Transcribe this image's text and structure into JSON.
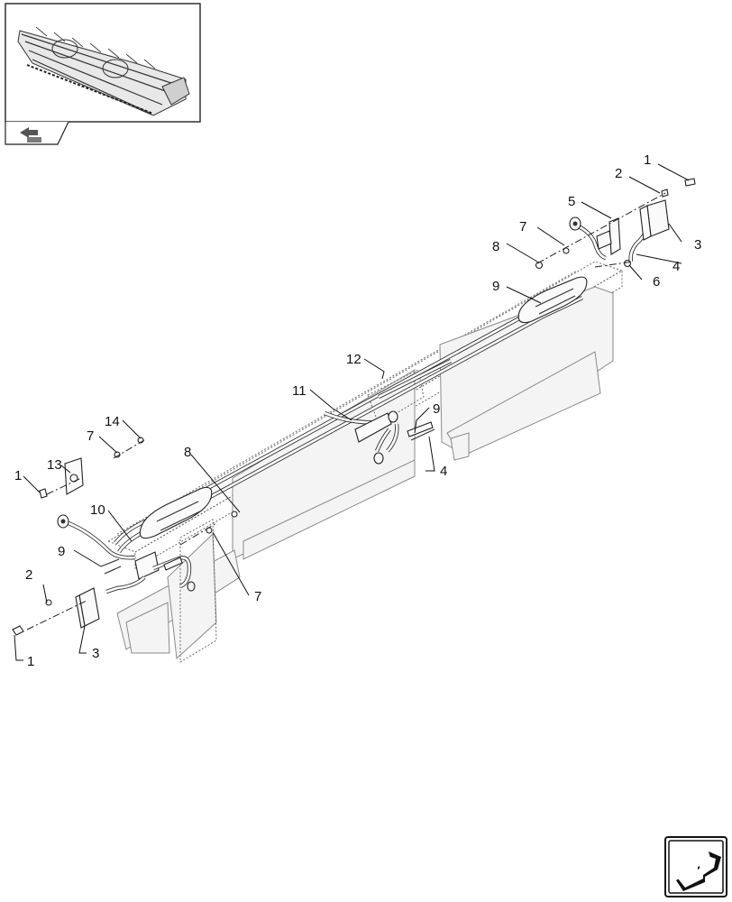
{
  "callouts": [
    {
      "id": "c1a",
      "text": "1"
    },
    {
      "id": "c2a",
      "text": "2"
    },
    {
      "id": "c3a",
      "text": "3"
    },
    {
      "id": "c4a",
      "text": "4"
    },
    {
      "id": "c5",
      "text": "5"
    },
    {
      "id": "c6",
      "text": "6"
    },
    {
      "id": "c7a",
      "text": "7"
    },
    {
      "id": "c8a",
      "text": "8"
    },
    {
      "id": "c9a",
      "text": "9"
    },
    {
      "id": "c12",
      "text": "12"
    },
    {
      "id": "c11",
      "text": "11"
    },
    {
      "id": "c9b",
      "text": "9"
    },
    {
      "id": "c4b",
      "text": "4"
    },
    {
      "id": "c14",
      "text": "14"
    },
    {
      "id": "c7b",
      "text": "7"
    },
    {
      "id": "c8b",
      "text": "8"
    },
    {
      "id": "c13",
      "text": "13"
    },
    {
      "id": "c1b",
      "text": "1"
    },
    {
      "id": "c10",
      "text": "10"
    },
    {
      "id": "c9c",
      "text": "9"
    },
    {
      "id": "c7c",
      "text": "7"
    },
    {
      "id": "c2b",
      "text": "2"
    },
    {
      "id": "c3b",
      "text": "3"
    },
    {
      "id": "c1c",
      "text": "1"
    }
  ],
  "icons": {
    "overview": "header-overview-thumbnail",
    "prev": "previous-page-arrow-icon",
    "next": "next-page-arrow-icon"
  }
}
